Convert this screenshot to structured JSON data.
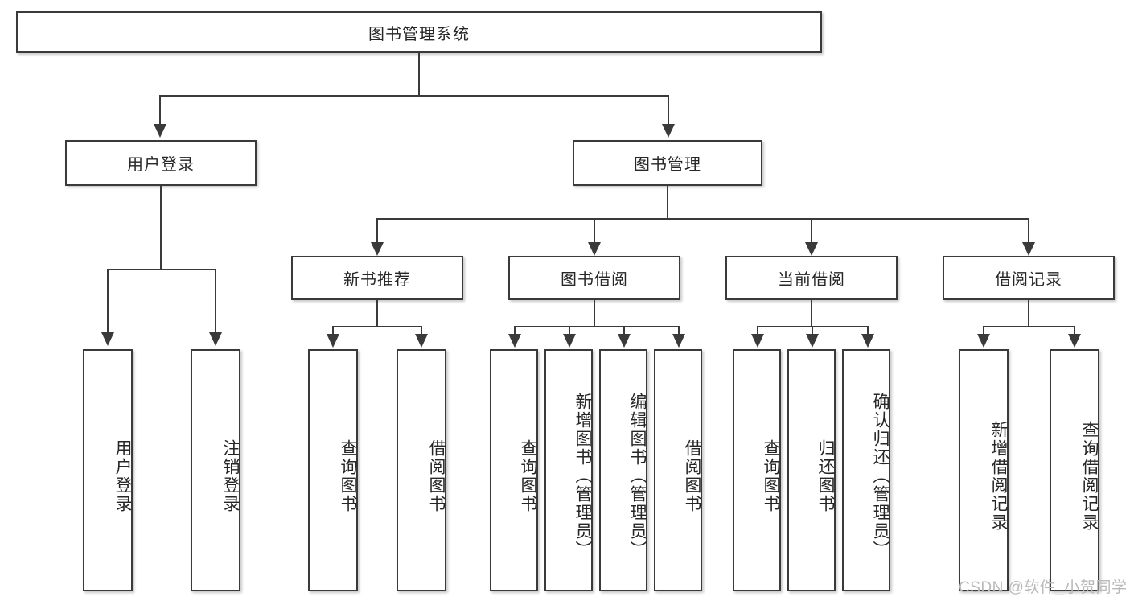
{
  "diagram": {
    "type": "tree-hierarchy",
    "title": "图书管理系统",
    "root": {
      "label": "图书管理系统"
    },
    "level2": [
      {
        "label": "用户登录"
      },
      {
        "label": "图书管理"
      }
    ],
    "level3": [
      {
        "label": "新书推荐"
      },
      {
        "label": "图书借阅"
      },
      {
        "label": "当前借阅"
      },
      {
        "label": "借阅记录"
      }
    ],
    "leaves": {
      "user_login": [
        {
          "label": "用户登录"
        },
        {
          "label": "注销登录"
        }
      ],
      "new_book_recommend": [
        {
          "label": "查询图书"
        },
        {
          "label": "借阅图书"
        }
      ],
      "book_borrow": [
        {
          "label": "查询图书"
        },
        {
          "label": "新增图书（管理员）"
        },
        {
          "label": "编辑图书（管理员）"
        },
        {
          "label": "借阅图书"
        }
      ],
      "current_borrow": [
        {
          "label": "查询图书"
        },
        {
          "label": "归还图书"
        },
        {
          "label": "确认归还（管理员）"
        }
      ],
      "borrow_record": [
        {
          "label": "新增借阅记录"
        },
        {
          "label": "查询借阅记录"
        }
      ]
    }
  },
  "watermark": {
    "text": "CSDN @软件_小贺同学"
  },
  "colors": {
    "stroke": "#3a3a3a",
    "fill": "#ffffff",
    "text": "#262626",
    "watermark": "#b9b9b9"
  }
}
